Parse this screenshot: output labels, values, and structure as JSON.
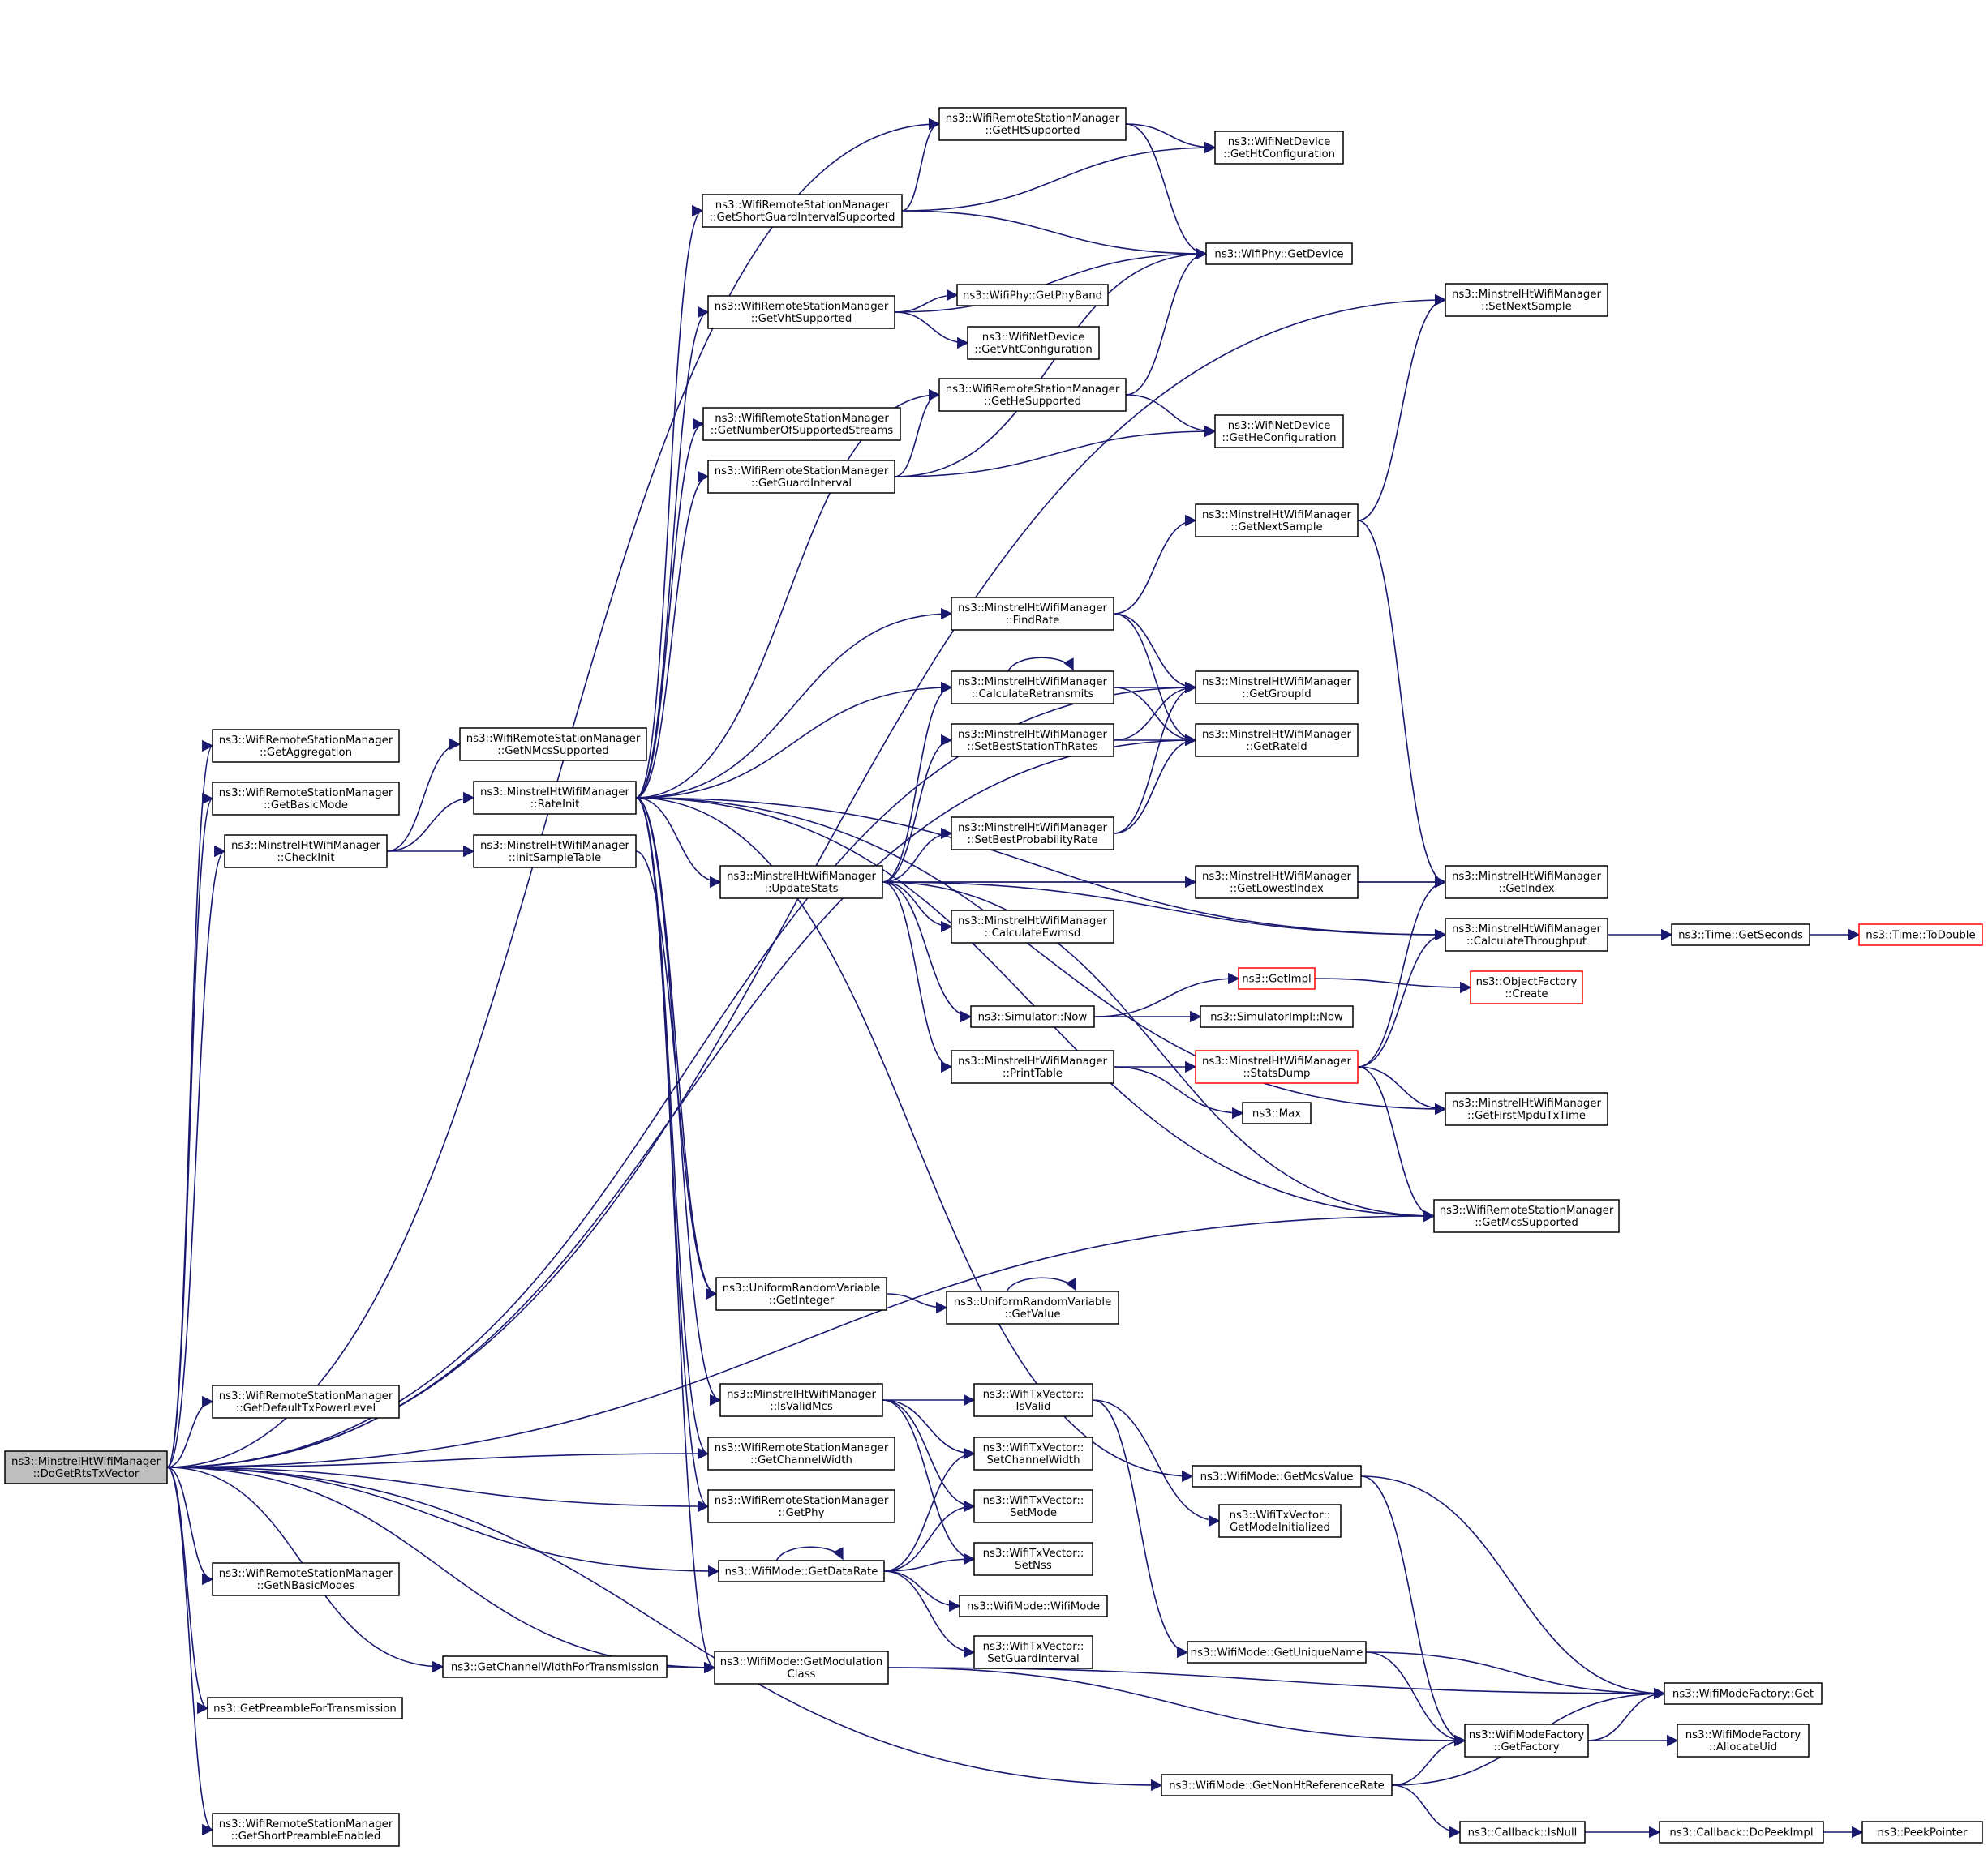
{
  "graph": {
    "root": "DoGetRtsTxVector",
    "nodes": {
      "DoGetRtsTxVector": {
        "lines": [
          "ns3::MinstrelHtWifiManager",
          "::DoGetRtsTxVector"
        ],
        "root": true
      },
      "GetAggregation": {
        "lines": [
          "ns3::WifiRemoteStationManager",
          "::GetAggregation"
        ]
      },
      "GetBasicMode": {
        "lines": [
          "ns3::WifiRemoteStationManager",
          "::GetBasicMode"
        ]
      },
      "CheckInit": {
        "lines": [
          "ns3::MinstrelHtWifiManager",
          "::CheckInit"
        ]
      },
      "GetDefaultTxPowerLevel": {
        "lines": [
          "ns3::WifiRemoteStationManager",
          "::GetDefaultTxPowerLevel"
        ]
      },
      "GetNBasicModes": {
        "lines": [
          "ns3::WifiRemoteStationManager",
          "::GetNBasicModes"
        ]
      },
      "GetPreambleForTransmission": {
        "lines": [
          "ns3::GetPreambleForTransmission"
        ]
      },
      "GetShortPreambleEnabled": {
        "lines": [
          "ns3::WifiRemoteStationManager",
          "::GetShortPreambleEnabled"
        ]
      },
      "GetNMcsSupported": {
        "lines": [
          "ns3::WifiRemoteStationManager",
          "::GetNMcsSupported"
        ]
      },
      "RateInit": {
        "lines": [
          "ns3::MinstrelHtWifiManager",
          "::RateInit"
        ]
      },
      "InitSampleTable": {
        "lines": [
          "ns3::MinstrelHtWifiManager",
          "::InitSampleTable"
        ]
      },
      "GetChannelWidthForTransmission": {
        "lines": [
          "ns3::GetChannelWidthForTransmission"
        ]
      },
      "GetShortGuardIntervalSupported": {
        "lines": [
          "ns3::WifiRemoteStationManager",
          "::GetShortGuardIntervalSupported"
        ]
      },
      "GetVhtSupported": {
        "lines": [
          "ns3::WifiRemoteStationManager",
          "::GetVhtSupported"
        ]
      },
      "GetNumberOfSupportedStreams": {
        "lines": [
          "ns3::WifiRemoteStationManager",
          "::GetNumberOfSupportedStreams"
        ]
      },
      "GetGuardInterval": {
        "lines": [
          "ns3::WifiRemoteStationManager",
          "::GetGuardInterval"
        ]
      },
      "UpdateStats": {
        "lines": [
          "ns3::MinstrelHtWifiManager",
          "::UpdateStats"
        ]
      },
      "GetInteger": {
        "lines": [
          "ns3::UniformRandomVariable",
          "::GetInteger"
        ]
      },
      "IsValidMcs": {
        "lines": [
          "ns3::MinstrelHtWifiManager",
          "::IsValidMcs"
        ]
      },
      "GetChannelWidth": {
        "lines": [
          "ns3::WifiRemoteStationManager",
          "::GetChannelWidth"
        ]
      },
      "GetPhy": {
        "lines": [
          "ns3::WifiRemoteStationManager",
          "::GetPhy"
        ]
      },
      "GetDataRate": {
        "lines": [
          "ns3::WifiMode::GetDataRate"
        ]
      },
      "GetModulationClass": {
        "lines": [
          "ns3::WifiMode::GetModulation",
          "Class"
        ]
      },
      "GetHtSupported": {
        "lines": [
          "ns3::WifiRemoteStationManager",
          "::GetHtSupported"
        ]
      },
      "GetPhyBand": {
        "lines": [
          "ns3::WifiPhy::GetPhyBand"
        ]
      },
      "GetHeSupported": {
        "lines": [
          "ns3::WifiRemoteStationManager",
          "::GetHeSupported"
        ]
      },
      "FindRate": {
        "lines": [
          "ns3::MinstrelHtWifiManager",
          "::FindRate"
        ]
      },
      "CalculateRetransmits": {
        "lines": [
          "ns3::MinstrelHtWifiManager",
          "::CalculateRetransmits"
        ]
      },
      "SetBestStationThRates": {
        "lines": [
          "ns3::MinstrelHtWifiManager",
          "::SetBestStationThRates"
        ]
      },
      "SetBestProbabilityRate": {
        "lines": [
          "ns3::MinstrelHtWifiManager",
          "::SetBestProbabilityRate"
        ]
      },
      "CalculateEwmsd": {
        "lines": [
          "ns3::MinstrelHtWifiManager",
          "::CalculateEwmsd"
        ]
      },
      "SimulatorNow": {
        "lines": [
          "ns3::Simulator::Now"
        ]
      },
      "PrintTable": {
        "lines": [
          "ns3::MinstrelHtWifiManager",
          "::PrintTable"
        ]
      },
      "GetValue": {
        "lines": [
          "ns3::UniformRandomVariable",
          "::GetValue"
        ]
      },
      "IsValid": {
        "lines": [
          "ns3::WifiTxVector::",
          "IsValid"
        ]
      },
      "SetChannelWidth": {
        "lines": [
          "ns3::WifiTxVector::",
          "SetChannelWidth"
        ]
      },
      "SetMode": {
        "lines": [
          "ns3::WifiTxVector::",
          "SetMode"
        ]
      },
      "SetNss": {
        "lines": [
          "ns3::WifiTxVector::",
          "SetNss"
        ]
      },
      "WifiModeCtor": {
        "lines": [
          "ns3::WifiMode::WifiMode"
        ]
      },
      "SetGuardInterval": {
        "lines": [
          "ns3::WifiTxVector::",
          "SetGuardInterval"
        ]
      },
      "GetHtConfiguration": {
        "lines": [
          "ns3::WifiNetDevice",
          "::GetHtConfiguration"
        ]
      },
      "GetDevice": {
        "lines": [
          "ns3::WifiPhy::GetDevice"
        ]
      },
      "GetVhtConfiguration": {
        "lines": [
          "ns3::WifiNetDevice",
          "::GetVhtConfiguration"
        ]
      },
      "GetHeConfiguration": {
        "lines": [
          "ns3::WifiNetDevice",
          "::GetHeConfiguration"
        ]
      },
      "GetNextSample": {
        "lines": [
          "ns3::MinstrelHtWifiManager",
          "::GetNextSample"
        ]
      },
      "GetGroupId": {
        "lines": [
          "ns3::MinstrelHtWifiManager",
          "::GetGroupId"
        ]
      },
      "GetRateId": {
        "lines": [
          "ns3::MinstrelHtWifiManager",
          "::GetRateId"
        ]
      },
      "GetLowestIndex": {
        "lines": [
          "ns3::MinstrelHtWifiManager",
          "::GetLowestIndex"
        ]
      },
      "GetImpl": {
        "lines": [
          "ns3::GetImpl"
        ],
        "red": true
      },
      "SimulatorImplNow": {
        "lines": [
          "ns3::SimulatorImpl::Now"
        ]
      },
      "StatsDump": {
        "lines": [
          "ns3::MinstrelHtWifiManager",
          "::StatsDump"
        ],
        "red": true
      },
      "Max": {
        "lines": [
          "ns3::Max"
        ]
      },
      "GetMcsValue": {
        "lines": [
          "ns3::WifiMode::GetMcsValue"
        ]
      },
      "GetModeInitialized": {
        "lines": [
          "ns3::WifiTxVector::",
          "GetModeInitialized"
        ]
      },
      "GetUniqueName": {
        "lines": [
          "ns3::WifiMode::GetUniqueName"
        ]
      },
      "GetNonHtReferenceRate": {
        "lines": [
          "ns3::WifiMode::GetNonHtReferenceRate"
        ]
      },
      "SetNextSample": {
        "lines": [
          "ns3::MinstrelHtWifiManager",
          "::SetNextSample"
        ]
      },
      "GetIndex": {
        "lines": [
          "ns3::MinstrelHtWifiManager",
          "::GetIndex"
        ]
      },
      "CalculateThroughput": {
        "lines": [
          "ns3::MinstrelHtWifiManager",
          "::CalculateThroughput"
        ]
      },
      "ObjectFactoryCreate": {
        "lines": [
          "ns3::ObjectFactory",
          "::Create"
        ],
        "red": true
      },
      "GetFirstMpduTxTime": {
        "lines": [
          "ns3::MinstrelHtWifiManager",
          "::GetFirstMpduTxTime"
        ]
      },
      "GetMcsSupported": {
        "lines": [
          "ns3::WifiRemoteStationManager",
          "::GetMcsSupported"
        ]
      },
      "WifiModeFactoryGet": {
        "lines": [
          "ns3::WifiModeFactory::Get"
        ]
      },
      "GetFactory": {
        "lines": [
          "ns3::WifiModeFactory",
          "::GetFactory"
        ]
      },
      "AllocateUid": {
        "lines": [
          "ns3::WifiModeFactory",
          "::AllocateUid"
        ]
      },
      "CallbackIsNull": {
        "lines": [
          "ns3::Callback::IsNull"
        ]
      },
      "DoPeekImpl": {
        "lines": [
          "ns3::Callback::DoPeekImpl"
        ]
      },
      "PeekPointer": {
        "lines": [
          "ns3::PeekPointer"
        ]
      },
      "GetSeconds": {
        "lines": [
          "ns3::Time::GetSeconds"
        ]
      },
      "ToDouble": {
        "lines": [
          "ns3::Time::ToDouble"
        ],
        "red": true
      }
    },
    "edges": [
      [
        "DoGetRtsTxVector",
        "GetAggregation"
      ],
      [
        "DoGetRtsTxVector",
        "GetBasicMode"
      ],
      [
        "DoGetRtsTxVector",
        "CheckInit"
      ],
      [
        "DoGetRtsTxVector",
        "GetDefaultTxPowerLevel"
      ],
      [
        "DoGetRtsTxVector",
        "GetNBasicModes"
      ],
      [
        "DoGetRtsTxVector",
        "GetPreambleForTransmission"
      ],
      [
        "DoGetRtsTxVector",
        "GetShortPreambleEnabled"
      ],
      [
        "DoGetRtsTxVector",
        "GetChannelWidthForTransmission"
      ],
      [
        "DoGetRtsTxVector",
        "GetChannelWidth"
      ],
      [
        "DoGetRtsTxVector",
        "GetPhy"
      ],
      [
        "DoGetRtsTxVector",
        "GetDataRate"
      ],
      [
        "DoGetRtsTxVector",
        "GetModulationClass"
      ],
      [
        "DoGetRtsTxVector",
        "GetHtSupported"
      ],
      [
        "DoGetRtsTxVector",
        "SetNextSample"
      ],
      [
        "DoGetRtsTxVector",
        "GetGroupId"
      ],
      [
        "DoGetRtsTxVector",
        "GetRateId"
      ],
      [
        "DoGetRtsTxVector",
        "GetMcsSupported"
      ],
      [
        "DoGetRtsTxVector",
        "GetNonHtReferenceRate"
      ],
      [
        "CheckInit",
        "GetNMcsSupported"
      ],
      [
        "CheckInit",
        "RateInit"
      ],
      [
        "CheckInit",
        "InitSampleTable"
      ],
      [
        "RateInit",
        "GetShortGuardIntervalSupported"
      ],
      [
        "RateInit",
        "GetVhtSupported"
      ],
      [
        "RateInit",
        "GetHeSupported"
      ],
      [
        "RateInit",
        "GetNumberOfSupportedStreams"
      ],
      [
        "RateInit",
        "GetGuardInterval"
      ],
      [
        "RateInit",
        "UpdateStats"
      ],
      [
        "RateInit",
        "FindRate"
      ],
      [
        "RateInit",
        "CalculateRetransmits"
      ],
      [
        "RateInit",
        "GetInteger"
      ],
      [
        "RateInit",
        "IsValidMcs"
      ],
      [
        "RateInit",
        "GetChannelWidth"
      ],
      [
        "RateInit",
        "GetPhy"
      ],
      [
        "RateInit",
        "GetModulationClass"
      ],
      [
        "RateInit",
        "GetMcsValue"
      ],
      [
        "RateInit",
        "GetFirstMpduTxTime"
      ],
      [
        "RateInit",
        "GetMcsSupported"
      ],
      [
        "RateInit",
        "CalculateThroughput"
      ],
      [
        "InitSampleTable",
        "GetInteger"
      ],
      [
        "GetChannelWidthForTransmission",
        "GetModulationClass"
      ],
      [
        "GetShortGuardIntervalSupported",
        "GetHtSupported"
      ],
      [
        "GetShortGuardIntervalSupported",
        "GetHtConfiguration"
      ],
      [
        "GetShortGuardIntervalSupported",
        "GetDevice"
      ],
      [
        "GetVhtSupported",
        "GetDevice"
      ],
      [
        "GetVhtSupported",
        "GetPhyBand"
      ],
      [
        "GetVhtSupported",
        "GetVhtConfiguration"
      ],
      [
        "GetGuardInterval",
        "GetHeSupported"
      ],
      [
        "GetGuardInterval",
        "GetDevice"
      ],
      [
        "GetGuardInterval",
        "GetHeConfiguration"
      ],
      [
        "GetHtSupported",
        "GetHtConfiguration"
      ],
      [
        "GetHtSupported",
        "GetDevice"
      ],
      [
        "GetHeSupported",
        "GetDevice"
      ],
      [
        "GetHeSupported",
        "GetHeConfiguration"
      ],
      [
        "UpdateStats",
        "CalculateRetransmits"
      ],
      [
        "UpdateStats",
        "SetBestStationThRates"
      ],
      [
        "UpdateStats",
        "SetBestProbabilityRate"
      ],
      [
        "UpdateStats",
        "GetLowestIndex"
      ],
      [
        "UpdateStats",
        "GetIndex"
      ],
      [
        "UpdateStats",
        "CalculateEwmsd"
      ],
      [
        "UpdateStats",
        "SimulatorNow"
      ],
      [
        "UpdateStats",
        "PrintTable"
      ],
      [
        "UpdateStats",
        "GetMcsSupported"
      ],
      [
        "UpdateStats",
        "CalculateThroughput"
      ],
      [
        "FindRate",
        "GetNextSample"
      ],
      [
        "FindRate",
        "GetGroupId"
      ],
      [
        "FindRate",
        "GetRateId"
      ],
      [
        "CalculateRetransmits",
        "CalculateRetransmits"
      ],
      [
        "CalculateRetransmits",
        "GetGroupId"
      ],
      [
        "CalculateRetransmits",
        "GetRateId"
      ],
      [
        "SetBestStationThRates",
        "GetGroupId"
      ],
      [
        "SetBestStationThRates",
        "GetRateId"
      ],
      [
        "SetBestProbabilityRate",
        "GetGroupId"
      ],
      [
        "SetBestProbabilityRate",
        "GetRateId"
      ],
      [
        "GetNextSample",
        "SetNextSample"
      ],
      [
        "GetNextSample",
        "GetIndex"
      ],
      [
        "GetLowestIndex",
        "GetIndex"
      ],
      [
        "CalculateThroughput",
        "GetSeconds"
      ],
      [
        "GetSeconds",
        "ToDouble"
      ],
      [
        "SimulatorNow",
        "GetImpl"
      ],
      [
        "SimulatorNow",
        "SimulatorImplNow"
      ],
      [
        "GetImpl",
        "ObjectFactoryCreate"
      ],
      [
        "PrintTable",
        "StatsDump"
      ],
      [
        "PrintTable",
        "Max"
      ],
      [
        "StatsDump",
        "GetIndex"
      ],
      [
        "StatsDump",
        "CalculateThroughput"
      ],
      [
        "StatsDump",
        "GetFirstMpduTxTime"
      ],
      [
        "StatsDump",
        "GetMcsSupported"
      ],
      [
        "GetInteger",
        "GetValue"
      ],
      [
        "GetValue",
        "GetValue"
      ],
      [
        "IsValidMcs",
        "IsValid"
      ],
      [
        "IsValidMcs",
        "SetChannelWidth"
      ],
      [
        "IsValidMcs",
        "SetMode"
      ],
      [
        "IsValidMcs",
        "SetNss"
      ],
      [
        "IsValid",
        "GetModeInitialized"
      ],
      [
        "IsValid",
        "GetUniqueName"
      ],
      [
        "GetDataRate",
        "GetDataRate"
      ],
      [
        "GetDataRate",
        "SetChannelWidth"
      ],
      [
        "GetDataRate",
        "SetMode"
      ],
      [
        "GetDataRate",
        "SetNss"
      ],
      [
        "GetDataRate",
        "WifiModeCtor"
      ],
      [
        "GetDataRate",
        "SetGuardInterval"
      ],
      [
        "GetModulationClass",
        "WifiModeFactoryGet"
      ],
      [
        "GetModulationClass",
        "GetFactory"
      ],
      [
        "GetMcsValue",
        "WifiModeFactoryGet"
      ],
      [
        "GetMcsValue",
        "GetFactory"
      ],
      [
        "GetUniqueName",
        "WifiModeFactoryGet"
      ],
      [
        "GetUniqueName",
        "GetFactory"
      ],
      [
        "GetFactory",
        "WifiModeFactoryGet"
      ],
      [
        "GetFactory",
        "AllocateUid"
      ],
      [
        "GetNonHtReferenceRate",
        "GetFactory"
      ],
      [
        "GetNonHtReferenceRate",
        "WifiModeFactoryGet"
      ],
      [
        "GetNonHtReferenceRate",
        "CallbackIsNull"
      ],
      [
        "CallbackIsNull",
        "DoPeekImpl"
      ],
      [
        "DoPeekImpl",
        "PeekPointer"
      ]
    ]
  }
}
